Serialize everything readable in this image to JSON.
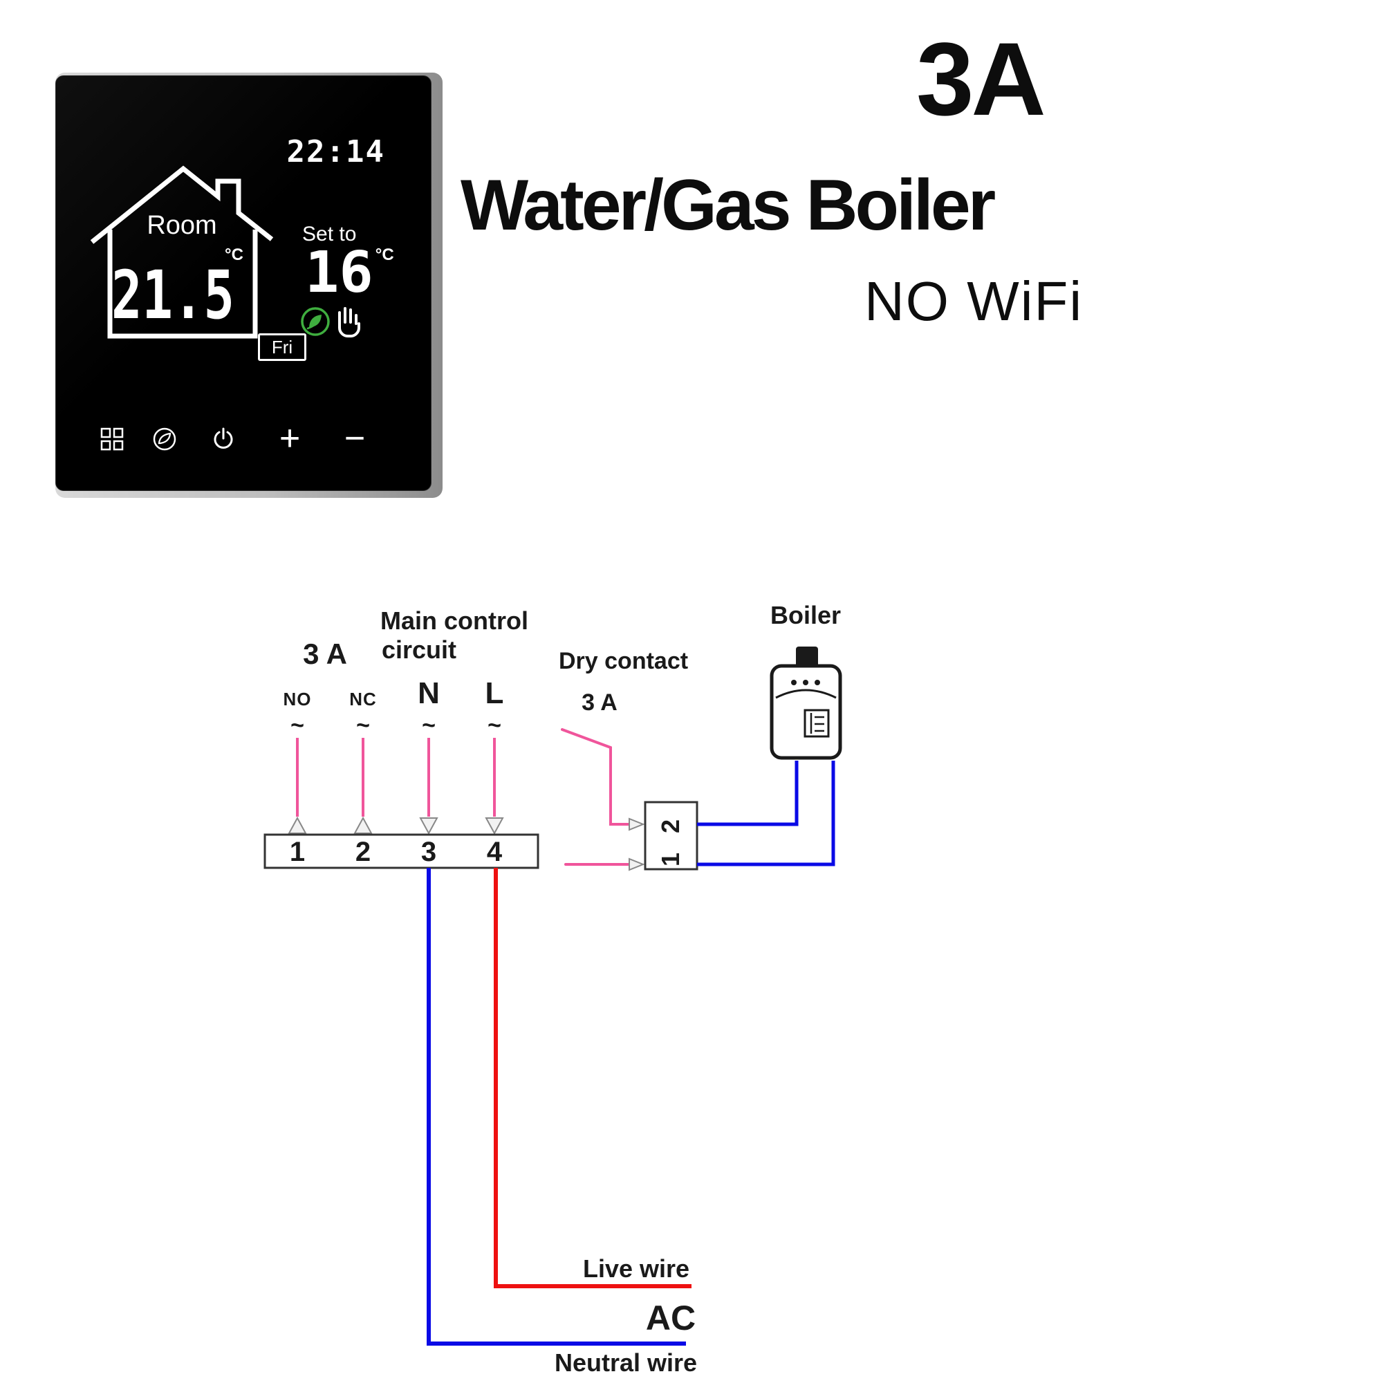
{
  "product": {
    "amp_badge": "3A",
    "title": "Water/Gas Boiler",
    "subtitle": "NO WiFi"
  },
  "thermostat": {
    "time": "22:14",
    "room_label": "Room",
    "room_temp": "21.5",
    "room_temp_unit": "°C",
    "set_label": "Set to",
    "set_temp": "16",
    "set_temp_unit": "°C",
    "day": "Fri",
    "colors": {
      "eco_green": "#3fae3f",
      "screen_bg": "#000000",
      "screen_text": "#ffffff"
    },
    "icons": {
      "menu_grid": "grid-4-squares",
      "eco_leaf": "leaf-in-circle",
      "power": "power-symbol",
      "plus": "+",
      "minus": "−",
      "eco_mode": "green-leaf-badge",
      "manual_mode": "hand"
    }
  },
  "diagram": {
    "amp_label": "3 A",
    "main_control_line1": "Main control",
    "main_control_line2": "circuit",
    "dry_contact_label": "Dry contact",
    "dry_contact_amp": "3 A",
    "boiler_label": "Boiler",
    "terminal_labels": [
      "NO",
      "NC",
      "N",
      "L"
    ],
    "tilde": "~",
    "terminal_numbers": [
      "1",
      "2",
      "3",
      "4"
    ],
    "relay_numbers": [
      "2",
      "1"
    ],
    "live_wire_label": "Live wire",
    "ac_label": "AC",
    "neutral_wire_label": "Neutral wire",
    "colors": {
      "control_wire_pink": "#f0559b",
      "live_red": "#ee1111",
      "neutral_blue": "#0a0ae6",
      "outline_black": "#1a1a1a"
    }
  }
}
